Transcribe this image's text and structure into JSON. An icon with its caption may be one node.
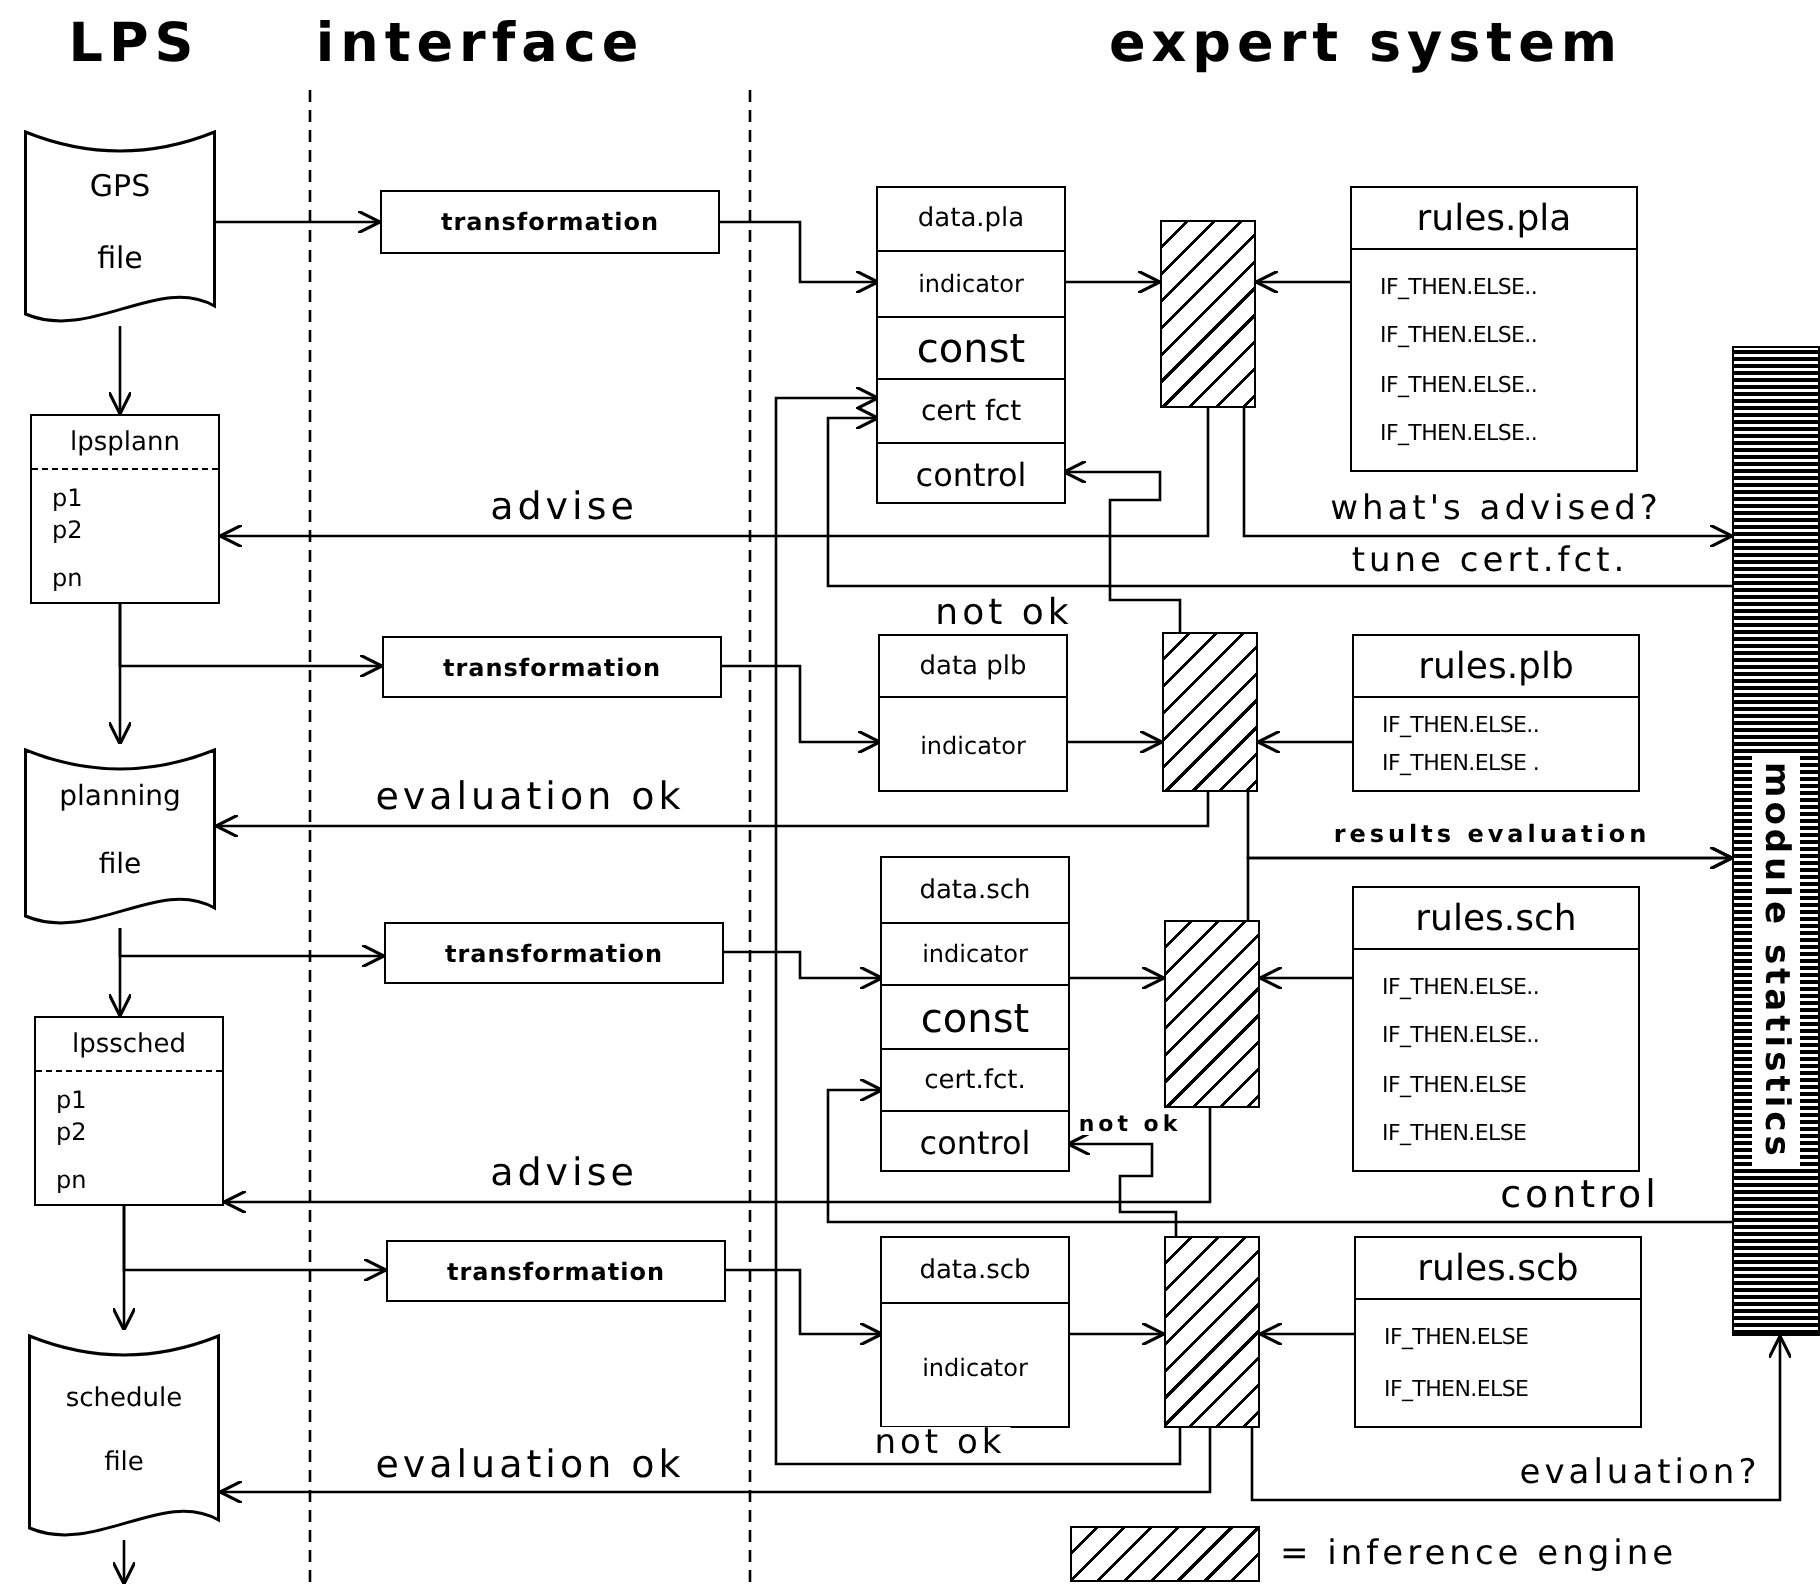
{
  "diagram": {
    "nodes": [
      {
        "text": [
          "GPS file"
        ]
      },
      {
        "text": [
          "transformation"
        ]
      },
      {
        "text": [],
        "shape": "box"
      },
      {
        "text": [
          "data.pla"
        ],
        "in": 2
      },
      {
        "text": [
          "indicator"
        ],
        "in": 2
      },
      {
        "text": [
          "const"
        ],
        "in": 2
      },
      {
        "text": [
          "cert fct"
        ],
        "in": 2
      },
      {
        "text": [
          "control"
        ],
        "in": 2
      },
      {
        "text": [],
        "shape": "box"
      },
      {
        "text": [
          "rules.pla",
          "IF_THEN.ELSE..",
          "IF_THEN.ELSE..",
          "IF_THEN.ELSE..",
          "IF_THEN.ELSE.."
        ]
      },
      {
        "text": [
          "module statistics"
        ]
      },
      {
        "text": [
          "lpsplann",
          "p1",
          "p2",
          "pn"
        ]
      },
      {
        "text": [
          "transformation"
        ]
      },
      {
        "text": [],
        "shape": "box"
      },
      {
        "text": [
          "data plb"
        ],
        "in": 13
      },
      {
        "text": [
          "indicator"
        ],
        "in": 13
      },
      {
        "text": [],
        "shape": "box"
      },
      {
        "text": [
          "rules.plb",
          "IF_THEN.ELSE..",
          "IF_THEN.ELSE ."
        ]
      },
      {
        "text": [
          "planning file"
        ]
      },
      {
        "text": [
          "transformation"
        ]
      },
      {
        "text": [],
        "shape": "box"
      },
      {
        "text": [
          "data.sch"
        ],
        "in": 20
      },
      {
        "text": [
          "indicator"
        ],
        "in": 20
      },
      {
        "text": [
          "const"
        ],
        "in": 20
      },
      {
        "text": [
          "cert.fct."
        ],
        "in": 20
      },
      {
        "text": [
          "control"
        ],
        "in": 20
      },
      {
        "text": [],
        "shape": "box"
      },
      {
        "text": [
          "rules.sch",
          "IF_THEN.ELSE..",
          "IF_THEN.ELSE..",
          "IF_THEN.ELSE",
          "IF_THEN.ELSE"
        ]
      },
      {
        "text": [
          "lpssched",
          "p1",
          "p2",
          "pn"
        ]
      },
      {
        "text": [
          "transformation"
        ]
      },
      {
        "text": [],
        "shape": "box"
      },
      {
        "text": [
          "data.scb"
        ],
        "in": 30
      },
      {
        "text": [
          "indicator"
        ],
        "in": 30
      },
      {
        "text": [],
        "shape": "box"
      },
      {
        "text": [
          "rules.scb",
          "IF_THEN.ELSE",
          "IF_THEN.ELSE"
        ]
      },
      {
        "text": [
          "schedule file"
        ]
      }
    ],
    "edges": [
      {
        "from": 0,
        "to": 11,
        "arrow": "to"
      },
      {
        "from": 0,
        "to": 1,
        "arrow": "to"
      },
      {
        "from": 1,
        "to": 4,
        "arrow": "to"
      },
      {
        "from": 4,
        "to": 8,
        "arrow": "to"
      },
      {
        "from": 9,
        "to": 8,
        "arrow": "to"
      },
      {
        "from": 8,
        "to": 11,
        "label": "advise",
        "arrow": "to"
      },
      {
        "from": 8,
        "to": 10,
        "label": "what's advised?",
        "arrow": "to"
      },
      {
        "from": 10,
        "to": 6,
        "label": "tune cert.fct.",
        "arrow": "to"
      },
      {
        "from": 16,
        "to": 7,
        "label": "not ok",
        "arrow": "to"
      },
      {
        "from": 11,
        "to": 18,
        "arrow": "to"
      },
      {
        "from": 11,
        "to": 12,
        "arrow": "to"
      },
      {
        "from": 12,
        "to": 15,
        "arrow": "to"
      },
      {
        "from": 15,
        "to": 16,
        "arrow": "to"
      },
      {
        "from": 17,
        "to": 16,
        "arrow": "to"
      },
      {
        "from": 16,
        "to": 18,
        "label": "evaluation ok",
        "arrow": "to"
      },
      {
        "from": 16,
        "to": 10,
        "label": "results evaluation",
        "arrow": "to"
      },
      {
        "from": 26,
        "to": 10,
        "arrow": "to"
      },
      {
        "from": 18,
        "to": 28,
        "arrow": "to"
      },
      {
        "from": 18,
        "to": 19,
        "arrow": "to"
      },
      {
        "from": 19,
        "to": 22,
        "arrow": "to"
      },
      {
        "from": 22,
        "to": 26,
        "arrow": "to"
      },
      {
        "from": 27,
        "to": 26,
        "arrow": "to"
      },
      {
        "from": 26,
        "to": 28,
        "label": "advise",
        "arrow": "to"
      },
      {
        "from": 10,
        "to": 24,
        "label": "control",
        "arrow": "to"
      },
      {
        "from": 33,
        "to": 25,
        "label": "not ok",
        "arrow": "to"
      },
      {
        "from": 28,
        "to": 35,
        "arrow": "to"
      },
      {
        "from": 28,
        "to": 29,
        "arrow": "to"
      },
      {
        "from": 29,
        "to": 32,
        "arrow": "to"
      },
      {
        "from": 32,
        "to": 33,
        "arrow": "to"
      },
      {
        "from": 34,
        "to": 33,
        "arrow": "to"
      },
      {
        "from": 33,
        "to": 35,
        "label": "evaluation ok",
        "arrow": "to"
      },
      {
        "from": 33,
        "to": 10,
        "label": "evaluation?",
        "arrow": "to"
      },
      {
        "from": 33,
        "to": 6,
        "label": "not ok",
        "arrow": "to"
      },
      {
        "from": 35,
        "to": null,
        "arrow": "to"
      }
    ],
    "labels": [
      "LPS",
      "interface",
      "expert system"
    ],
    "legend": [
      {
        "text": "= inference engine"
      }
    ]
  }
}
